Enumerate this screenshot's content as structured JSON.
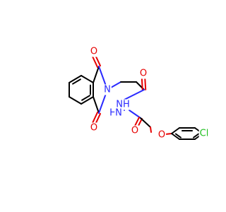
{
  "molecule": {
    "colors": {
      "carbon": "#000000",
      "oxygen": "#e60000",
      "nitrogen": "#2a2aff",
      "chlorine": "#1fbf1f"
    },
    "atoms": {
      "o_top": "O",
      "o_bottom": "O",
      "n_imide": "N",
      "o_amide1": "O",
      "nh1": "NH",
      "h_nh2": "H",
      "n_nh2": "N",
      "o_amide2": "O",
      "o_ether": "O",
      "cl": "Cl"
    }
  }
}
